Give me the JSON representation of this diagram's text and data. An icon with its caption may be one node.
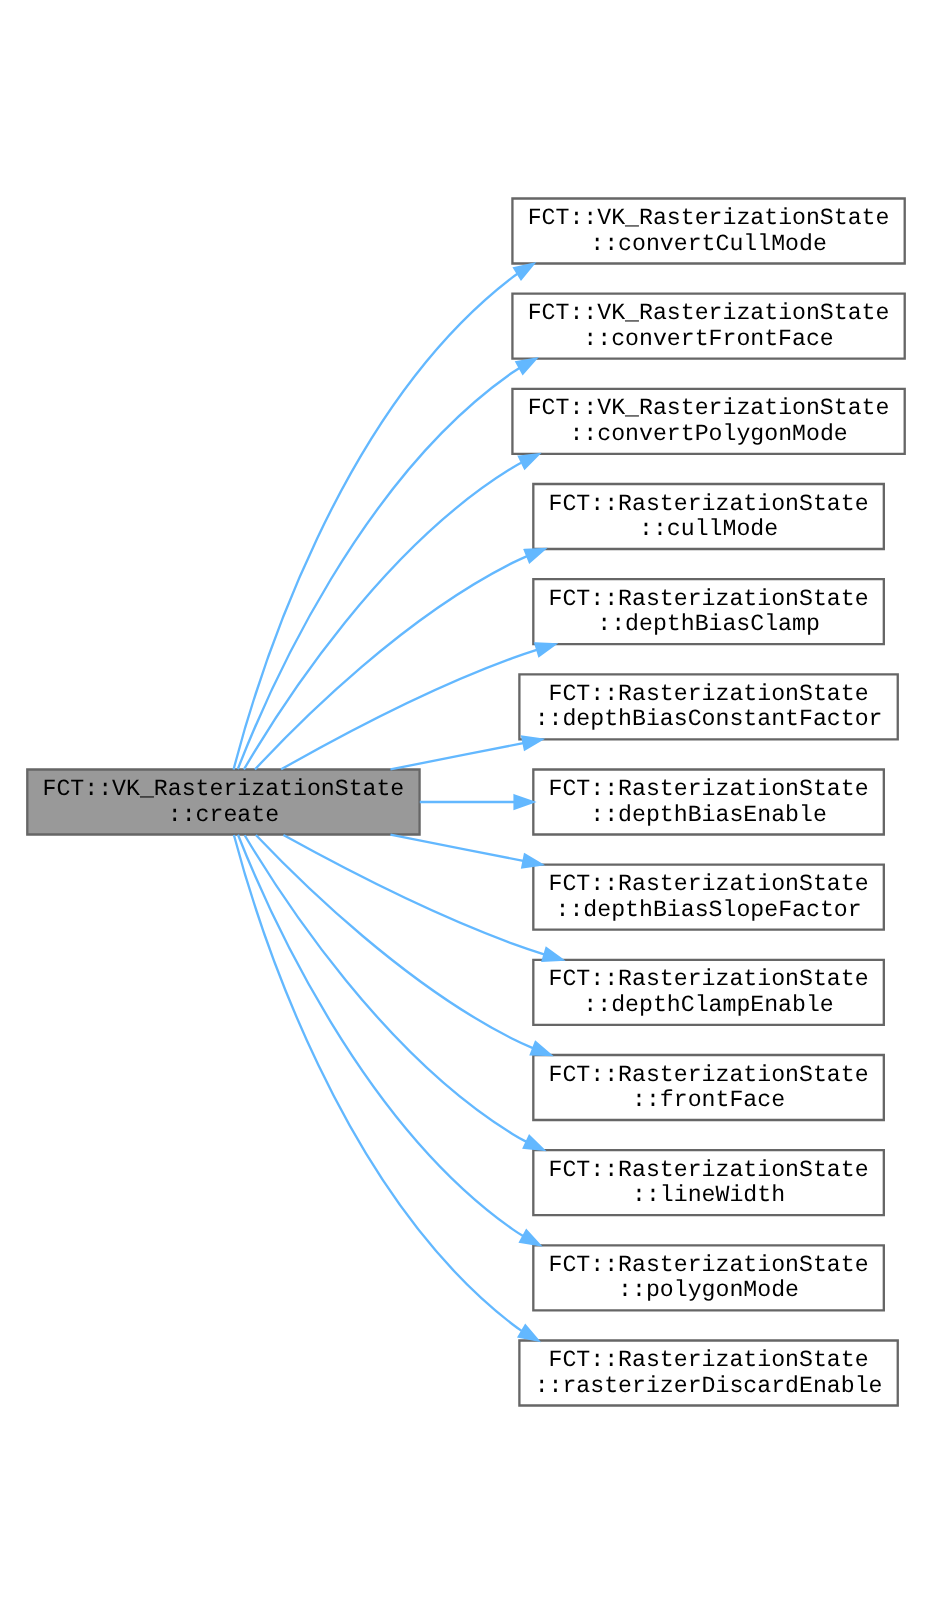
{
  "diagram": {
    "nodes": [
      {
        "text": [
          "FCT::VK_RasterizationState ::create"
        ]
      },
      {
        "text": [
          "FCT::VK_RasterizationState ::convertCullMode"
        ]
      },
      {
        "text": [
          "FCT::VK_RasterizationState ::convertFrontFace"
        ]
      },
      {
        "text": [
          "FCT::VK_RasterizationState ::convertPolygonMode"
        ]
      },
      {
        "text": [
          "FCT::RasterizationState ::cullMode"
        ]
      },
      {
        "text": [
          "FCT::RasterizationState ::depthBiasClamp"
        ]
      },
      {
        "text": [
          "FCT::RasterizationState ::depthBiasConstantFactor"
        ]
      },
      {
        "text": [
          "FCT::RasterizationState ::depthBiasEnable"
        ]
      },
      {
        "text": [
          "FCT::RasterizationState ::depthBiasSlopeFactor"
        ]
      },
      {
        "text": [
          "FCT::RasterizationState ::depthClampEnable"
        ]
      },
      {
        "text": [
          "FCT::RasterizationState ::frontFace"
        ]
      },
      {
        "text": [
          "FCT::RasterizationState ::lineWidth"
        ]
      },
      {
        "text": [
          "FCT::RasterizationState ::polygonMode"
        ]
      },
      {
        "text": [
          "FCT::RasterizationState ::rasterizerDiscardEnable"
        ]
      }
    ],
    "edges": [
      {
        "from": 0,
        "to": 1,
        "arrow": "to"
      },
      {
        "from": 0,
        "to": 2,
        "arrow": "to"
      },
      {
        "from": 0,
        "to": 3,
        "arrow": "to"
      },
      {
        "from": 0,
        "to": 4,
        "arrow": "to"
      },
      {
        "from": 0,
        "to": 5,
        "arrow": "to"
      },
      {
        "from": 0,
        "to": 6,
        "arrow": "to"
      },
      {
        "from": 0,
        "to": 7,
        "arrow": "to"
      },
      {
        "from": 0,
        "to": 8,
        "arrow": "to"
      },
      {
        "from": 0,
        "to": 9,
        "arrow": "to"
      },
      {
        "from": 0,
        "to": 10,
        "arrow": "to"
      },
      {
        "from": 0,
        "to": 11,
        "arrow": "to"
      },
      {
        "from": 0,
        "to": 12,
        "arrow": "to"
      },
      {
        "from": 0,
        "to": 13,
        "arrow": "to"
      }
    ]
  }
}
